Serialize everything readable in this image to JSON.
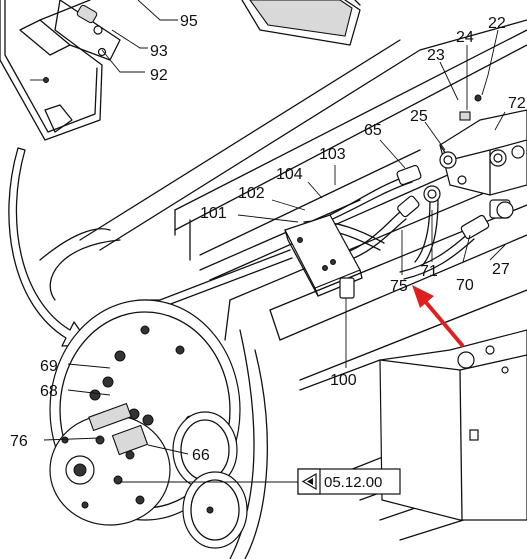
{
  "part_labels": [
    "95",
    "93",
    "92",
    "22",
    "24",
    "23",
    "72",
    "25",
    "65",
    "103",
    "104",
    "102",
    "101",
    "75",
    "71",
    "70",
    "27",
    "69",
    "68",
    "76",
    "66",
    "100"
  ],
  "reference_box": {
    "text": "05.12.00"
  },
  "colors": {
    "line": "#111111",
    "shade": "#d9d9d9",
    "arrow": "#e02020",
    "background": "#ffffff"
  }
}
